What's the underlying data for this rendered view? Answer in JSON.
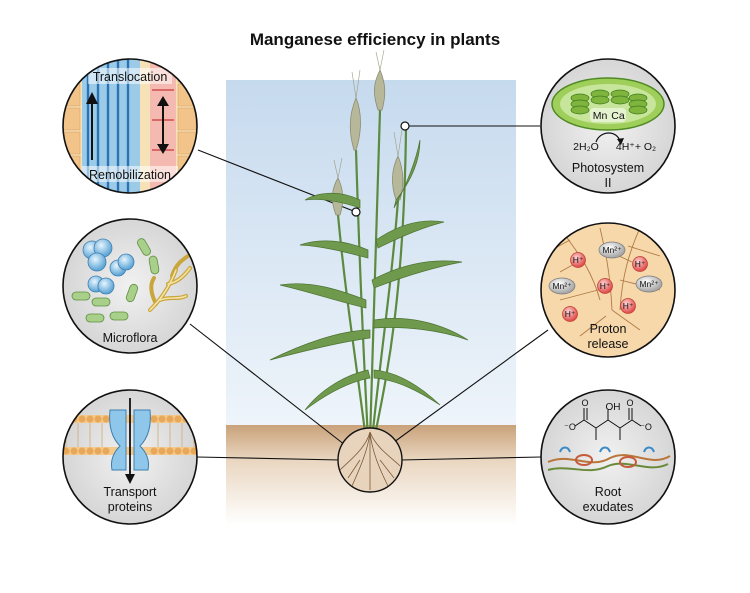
{
  "title": "Manganese efficiency in plants",
  "panels": {
    "translocation": {
      "top": "Translocation",
      "bottom": "Remobilization"
    },
    "photosystem": {
      "mn": "Mn",
      "ca": "Ca",
      "water": "2H₂O",
      "products": "4H⁺+ O₂",
      "label1": "Photosystem",
      "label2": "II"
    },
    "microflora": {
      "label": "Microflora"
    },
    "proton": {
      "h": "H⁺",
      "mn": "Mn²⁺",
      "label1": "Proton",
      "label2": "release"
    },
    "transport": {
      "label1": "Transport",
      "label2": "proteins"
    },
    "exudates": {
      "oh": "OH",
      "om": "⁻O",
      "o": "O",
      "label1": "Root",
      "label2": "exudates"
    }
  },
  "colors": {
    "sky_top": "#c9dcee",
    "sky_bottom": "#eef4fa",
    "soil": "#cfa981",
    "leaf": "#6f9a4d",
    "circle_bg": "#e4e4e4"
  }
}
